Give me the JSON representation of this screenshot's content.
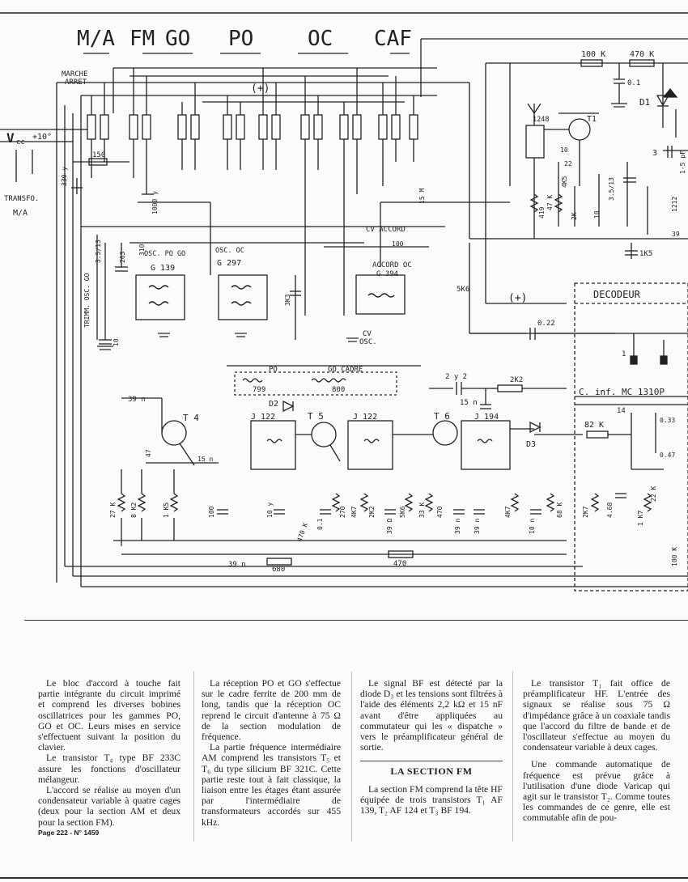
{
  "schematic": {
    "keyboard_labels": [
      "M/A",
      "FM",
      "GO",
      "PO",
      "OC",
      "CAF"
    ],
    "labels": {
      "marche_arret": [
        "MARCHE",
        "ARRET"
      ],
      "vcc": "V",
      "vcc_sub": "cc",
      "vcc_val": "+10°",
      "transfo": [
        "TRANSFO.",
        "M/A"
      ],
      "plus1": "(+)",
      "plus2": "(+)",
      "decodeur": "DECODEUR",
      "cinf": "C. inf. MC 1310P",
      "cv_accord": "CV ACCORD",
      "accord_oc": "ACCORD OC",
      "cv_osc": [
        "CV",
        "OSC."
      ],
      "osc_po_go": "OSC. PO GO",
      "osc_oc": "OSC. OC",
      "g139": "G 139",
      "g297": "G 297",
      "g394": "G 394",
      "trimm": "TRIMM. OSC. GO",
      "po": "PO",
      "go_cadre": "GO   CADRE",
      "n799": "799",
      "n800": "800",
      "t1": "T1",
      "t4": "T 4",
      "t5": "T 5",
      "t6": "T 6",
      "d1": "D1",
      "d2": "D2",
      "d3": "D3",
      "j122a": "J 122",
      "j122b": "J 122",
      "j194": "J 194",
      "n1248": "1248",
      "v100k_top": "100 K",
      "v470k_top": "470 K",
      "v01": "0.1",
      "v3": "3",
      "v15pf": "1-5 pF",
      "v1212": "1212",
      "v10": "10",
      "v22": "22",
      "v4k5": "4K5",
      "v47k": "47 K",
      "v419": "419",
      "v2k": "2K",
      "v10b": "10",
      "v35": "3.5/13",
      "v39": "39",
      "v1k5": "1K5",
      "v022": "0.22",
      "v1": "1",
      "v2y2": "2 y 2",
      "v2k2": "2K2",
      "v15n": "15 n",
      "v82k": "82 K",
      "v14": "14",
      "v033": "0.33",
      "v047": "0.47",
      "v39n": "39 n",
      "v47": "47",
      "v15n2": "15 n",
      "v27k": "27 K",
      "v8k2": "8 K2",
      "v1k5b": "1 K5",
      "v100": "100",
      "v10y": "10 y",
      "v470k": "470 K",
      "v0_1": "0.1",
      "v270": "270",
      "v4k7a": "4K7",
      "v2k2b": "2K2",
      "v39o": "39 Ω",
      "v5k6a": "5K6",
      "v33k": "33 K",
      "v470b": "470",
      "v39n3": "39 n",
      "v39n4": "39 n",
      "v4k7b": "4K7",
      "v10n": "10 n",
      "v68k": "68 K",
      "v2k7": "2K7",
      "v468": "4.68",
      "v22k": "22 K",
      "v1k7": "1 K7",
      "v100k_b": "100 K",
      "v39n5": "39 n",
      "v680": "680",
      "v470c": "470",
      "v330": "330 y",
      "v150": "150",
      "v1000": "1000 y",
      "v263": "263",
      "v310": "310",
      "v3p5": "3.5/13",
      "v3k3": "3K3",
      "v100b": "100",
      "v5k6b": "5K6",
      "v10c": "10",
      "v15m": "15 M"
    }
  },
  "article": {
    "col1": [
      "Le bloc d'accord à touche fait partie intégrante du circuit imprimé et comprend les diverses bobines oscillatrices pour les gammes PO, GO et OC. Leurs mises en service s'effectuent suivant la position du clavier.",
      "Le transistor T₄ type BF 233C assure les fonctions d'oscillateur mélangeur.",
      "L'accord se réalise au moyen d'un condensateur variable à quatre cages (deux pour la section AM et deux pour la section FM)."
    ],
    "col2": [
      "La réception PO et GO s'effectue sur le cadre ferrite de 200 mm de long, tandis que la réception OC reprend le circuit d'antenne à 75 Ω de la section modulation de fréquence.",
      "La partie fréquence intermédiaire AM comprend les transistors T₅ et T₆ du type silicium BF 321C. Cette partie reste tout à fait classique, la liaison entre les étages étant assurée par l'intermédiaire de transformateurs accordés sur 455 kHz."
    ],
    "col3_a": [
      "Le signal BF est détecté par la diode D₃ et les tensions sont filtrées à l'aide des éléments 2,2 kΩ et 15 nF avant d'être appliquées au commutateur qui les « dispatche » vers le préamplificateur général de sortie."
    ],
    "col3_heading": "LA SECTION FM",
    "col3_b": [
      "La section FM comprend la tête HF équipée de trois transistors T₁ AF 139, T₂ AF 124 et T₃ BF 194."
    ],
    "col4": [
      "Le transistor T₁ fait office de préamplificateur HF. L'entrée des signaux se réalise sous 75 Ω d'impédance grâce à un coaxiale tandis que l'accord du filtre de bande et de l'oscillateur s'effectue au moyen du condensateur variable à deux cages.",
      "Une commande automatique de fréquence est prévue grâce à l'utilisation d'une diode Varicap qui agit sur le transistor T₂. Comme toutes les commandes de ce genre, elle est commutable afin de pou-"
    ],
    "footer": "Page 222 - N° 1459"
  }
}
